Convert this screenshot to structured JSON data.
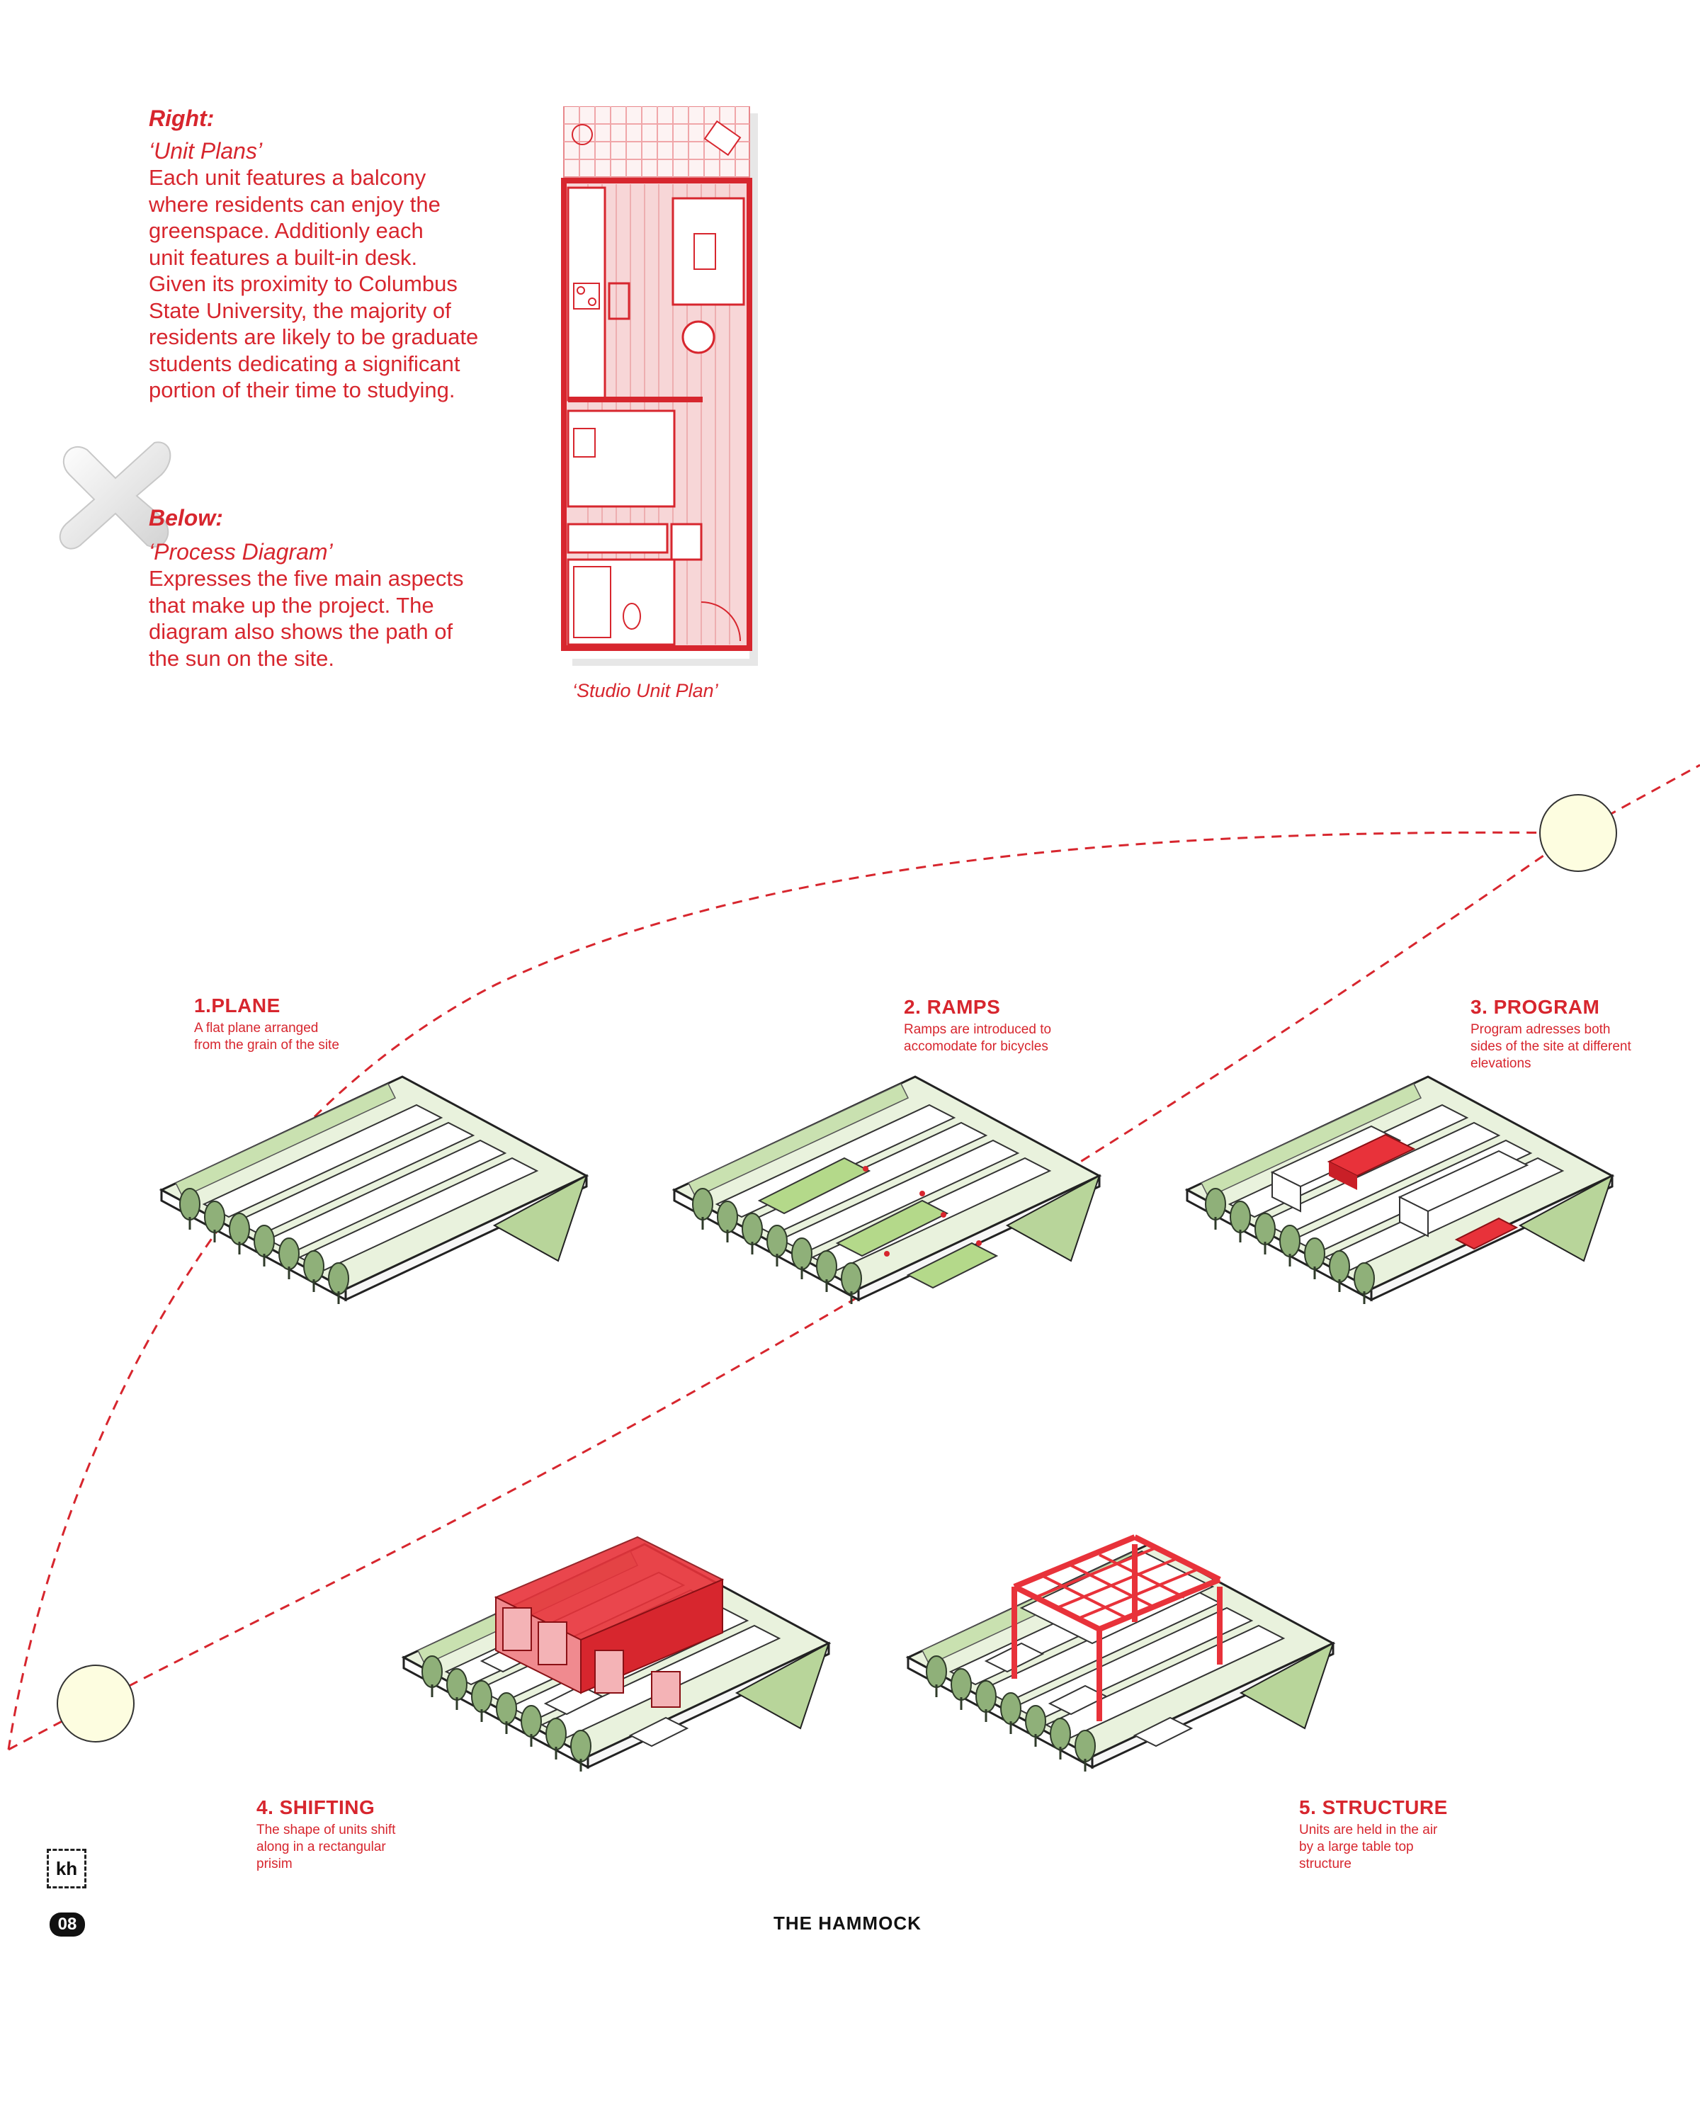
{
  "right_block": {
    "heading": "Right:",
    "subheading": "‘Unit Plans’",
    "body": "Each unit features a balcony\nwhere residents can enjoy the\ngreenspace. Additionly each\nunit features a built-in desk.\nGiven its proximity to Columbus\nState University, the majority of\nresidents are likely to be graduate\nstudents dedicating a significant\nportion of their time to studying."
  },
  "below_block": {
    "heading": "Below:",
    "subheading": "‘Process Diagram’",
    "body": "Expresses the five main aspects\nthat make up the project. The\ndiagram also shows the path of\nthe sun on the site."
  },
  "plan_caption": "‘Studio Unit Plan’",
  "steps": [
    {
      "title": "1.PLANE",
      "desc": "A flat plane arranged\nfrom the grain of the site"
    },
    {
      "title": "2. RAMPS",
      "desc": "Ramps are introduced to\naccomodate for bicycles"
    },
    {
      "title": "3. PROGRAM",
      "desc": "Program adresses both\nsides of the site at different\nelevations"
    },
    {
      "title": "4. SHIFTING",
      "desc": "The shape of units shift\nalong in a rectangular\nprisim"
    },
    {
      "title": "5. STRUCTURE",
      "desc": "Units are held in the air\nby a large table top\nstructure"
    }
  ],
  "footer": {
    "logo": "kh",
    "page_number": "08",
    "title": "THE HAMMOCK"
  },
  "colors": {
    "accent_red": "#d7262e",
    "plan_fill": "#f6c9cb",
    "ground_green": "#d9ebc4",
    "tree_green": "#8fb079",
    "sun_fill": "#fdfde0",
    "block_red": "#e8323a"
  }
}
